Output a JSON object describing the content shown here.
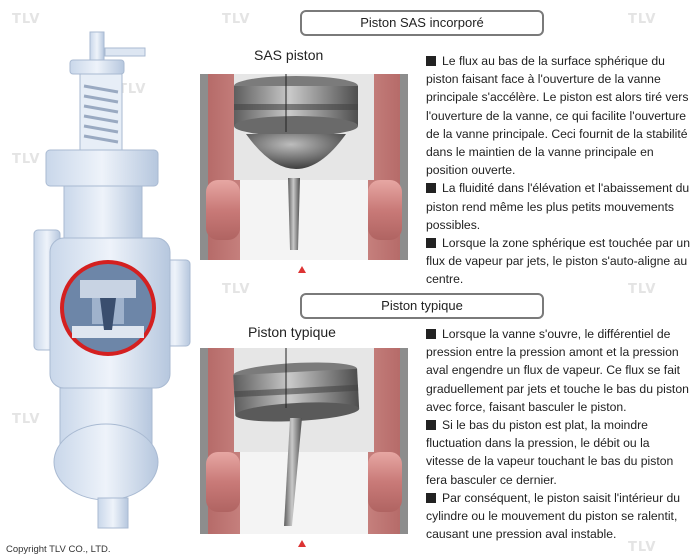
{
  "watermark": "TLV",
  "copyright": "Copyright TLV CO., LTD.",
  "section1": {
    "title": "Piston SAS incorporé",
    "callout": "SAS piston",
    "paragraphs": [
      "Le flux au bas de la surface sphérique du piston faisant face à l'ouverture de la vanne principale s'accélère. Le piston est alors tiré vers l'ouverture de la vanne, ce qui facilite l'ouverture de la vanne principale. Ceci fournit de la stabilité dans le maintien de la vanne principale en position ouverte.",
      "La fluidité dans l'élévation et l'abaissement du piston rend même les plus petits mouvements possibles.",
      "Lorsque la zone sphérique est touchée par un flux de vapeur par jets, le piston s'auto-aligne au centre."
    ]
  },
  "section2": {
    "title": "Piston typique",
    "callout": "Piston typique",
    "paragraphs": [
      "Lorsque la vanne s'ouvre, le différentiel de pression entre la pression amont et la pression aval engendre un flux de vapeur. Ce flux se fait graduellement par jets et touche le bas du piston avec force, faisant basculer le piston.",
      "Si le bas du piston est plat, la moindre fluctuation dans la pression, le débit ou la vitesse de la vapeur touchant le bas du piston fera basculer ce dernier.",
      "Par conséquent, le piston saisit l'intérieur du cylindre ou le mouvement du piston se ralentit, causant une pression aval instable."
    ]
  }
}
